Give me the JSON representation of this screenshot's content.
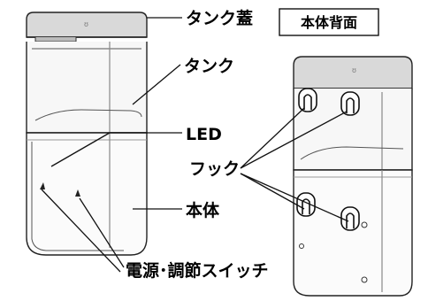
{
  "labels": {
    "tank_lid": "タンク蓋",
    "tank": "タンク",
    "led": "LED",
    "hook": "フック",
    "body": "本体",
    "switch": "電源･調節スイッチ"
  },
  "back_view_title": "本体背面"
}
